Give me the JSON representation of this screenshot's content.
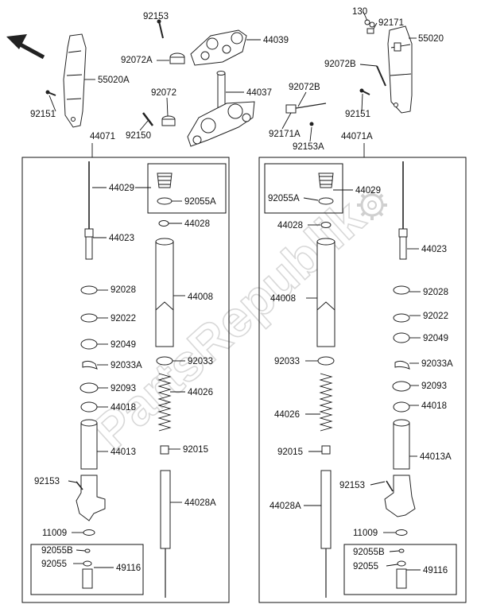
{
  "watermark": "PartsRepublik",
  "labels": {
    "l130": "130",
    "l92171": "92171",
    "l55020": "55020",
    "l92153_top": "92153",
    "l44039": "44039",
    "l92072A": "92072A",
    "l55020A": "55020A",
    "l44037": "44037",
    "l92072": "92072",
    "l92072B_top": "92072B",
    "l92072B_right": "92072B",
    "l92151_left": "92151",
    "l92151_right": "92151",
    "l92150": "92150",
    "l92171A": "92171A",
    "l92153A": "92153A",
    "l44071": "44071",
    "l44071A": "44071A",
    "L_44029": "44029",
    "L_92055A": "92055A",
    "L_44028": "44028",
    "L_44023": "44023",
    "L_92028": "92028",
    "L_44008": "44008",
    "L_92022": "92022",
    "L_92049": "92049",
    "L_92033": "92033",
    "L_92033A": "92033A",
    "L_92093": "92093",
    "L_44026": "44026",
    "L_44018": "44018",
    "L_44013": "44013",
    "L_92015": "92015",
    "L_92153": "92153",
    "L_44028A": "44028A",
    "L_11009": "11009",
    "L_92055B": "92055B",
    "L_92055": "92055",
    "L_49116": "49116",
    "R_92055A": "92055A",
    "R_44029": "44029",
    "R_44028": "44028",
    "R_44023": "44023",
    "R_44008": "44008",
    "R_92028": "92028",
    "R_92022": "92022",
    "R_92049": "92049",
    "R_92033": "92033",
    "R_92033A": "92033A",
    "R_92093": "92093",
    "R_44026": "44026",
    "R_44018": "44018",
    "R_44013A": "44013A",
    "R_92015": "92015",
    "R_92153": "92153",
    "R_44028A": "44028A",
    "R_11009": "11009",
    "R_92055B": "92055B",
    "R_92055": "92055",
    "R_49116": "49116"
  }
}
